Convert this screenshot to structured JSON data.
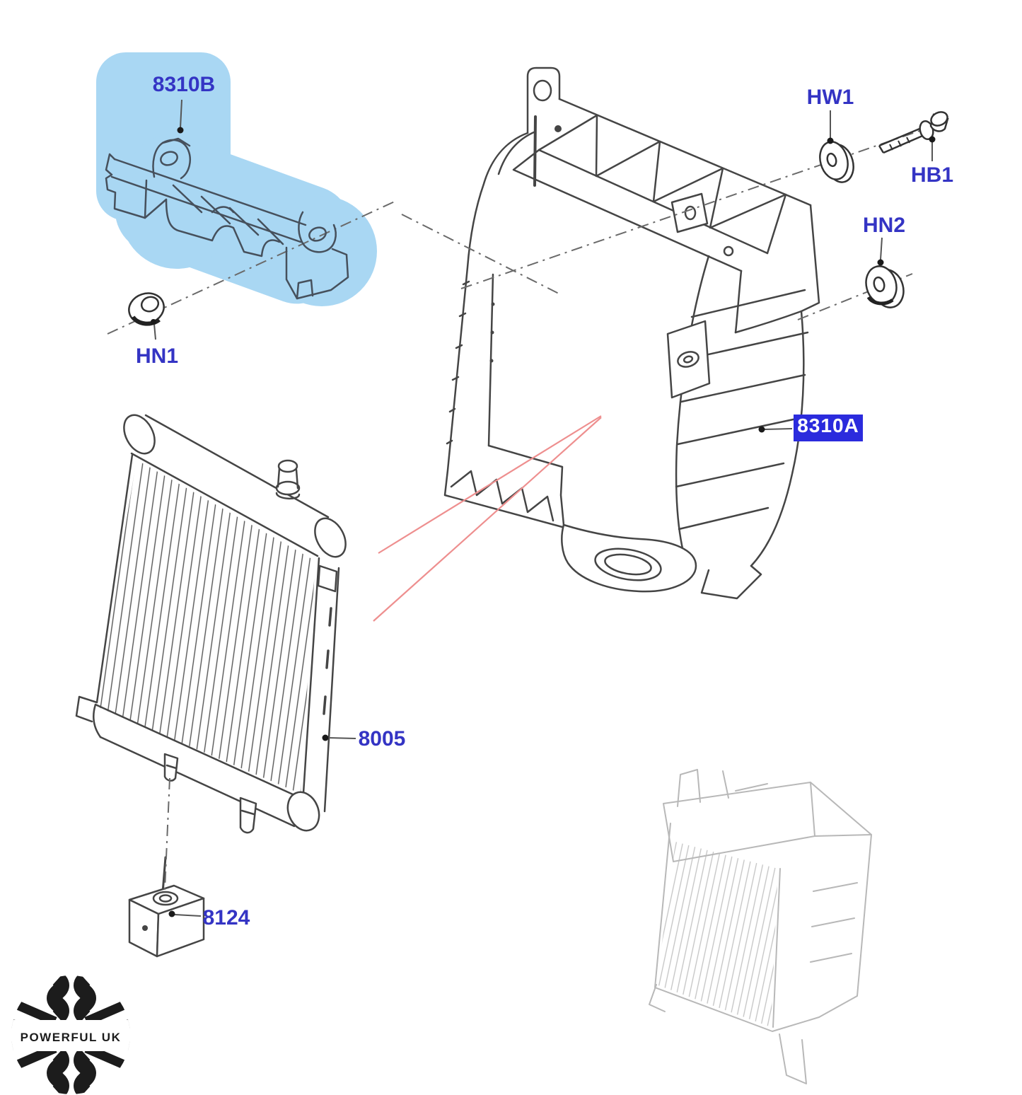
{
  "diagram": {
    "labels": {
      "bracket": "8310B",
      "washer1": "HW1",
      "bolt1": "HB1",
      "nut2": "HN2",
      "nut1": "HN1",
      "shroud": "8310A",
      "radiator": "8005",
      "mount": "8124"
    },
    "highlighted_part_label": "8310B",
    "boxed_part_label": "8310A",
    "colors": {
      "label_blue": "#3434c4",
      "highlight_blue": "#a9d7f3",
      "selected_box_blue": "#2b2bdd",
      "selected_box_text": "#ffffff",
      "pointer_red": "#ee8f8f",
      "line_dark": "#454545",
      "line_faint": "#b8b8b8"
    }
  },
  "logo": {
    "text": "POWERFUL UK"
  }
}
